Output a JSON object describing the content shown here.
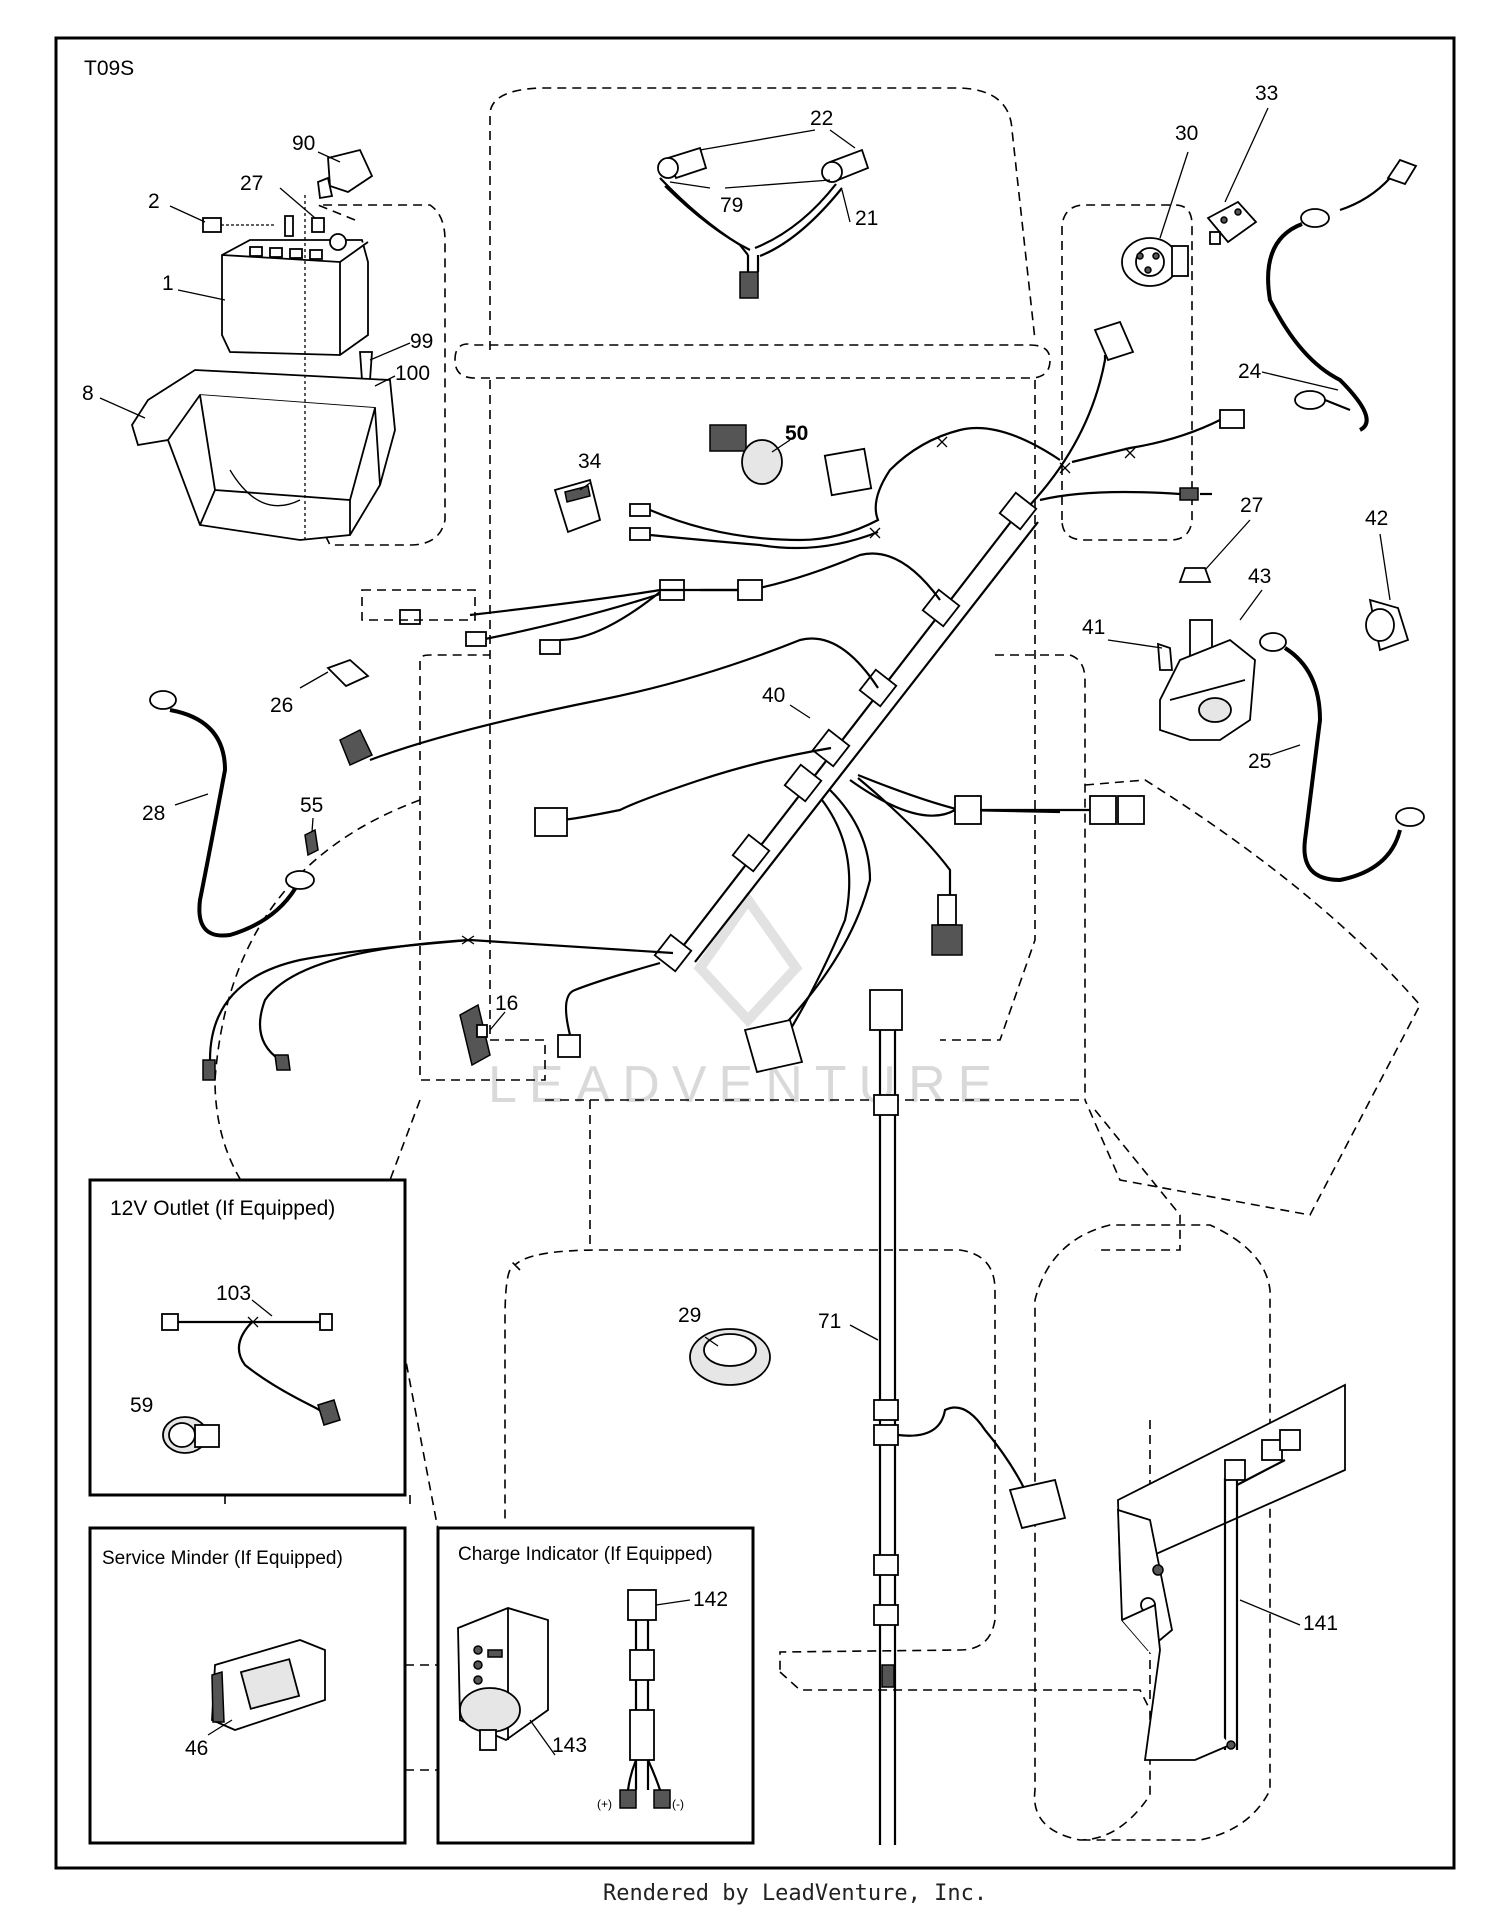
{
  "diagram_code": "T09S",
  "callouts": [
    "90",
    "2",
    "27",
    "1",
    "99",
    "100",
    "8",
    "22",
    "79",
    "21",
    "30",
    "33",
    "24",
    "34",
    "50",
    "27",
    "42",
    "43",
    "41",
    "26",
    "40",
    "25",
    "28",
    "55",
    "16",
    "29",
    "71",
    "103",
    "59",
    "141",
    "46",
    "142",
    "143"
  ],
  "insets": {
    "outlet": {
      "title": "12V Outlet (If Equipped)"
    },
    "service_minder": {
      "title": "Service Minder (If Equipped)"
    },
    "charge_indicator": {
      "title": "Charge Indicator (If Equipped)",
      "plus": "(+)",
      "minus": "(-)"
    }
  },
  "watermark": "LEADVENTURE",
  "footer": "Rendered by LeadVenture, Inc."
}
